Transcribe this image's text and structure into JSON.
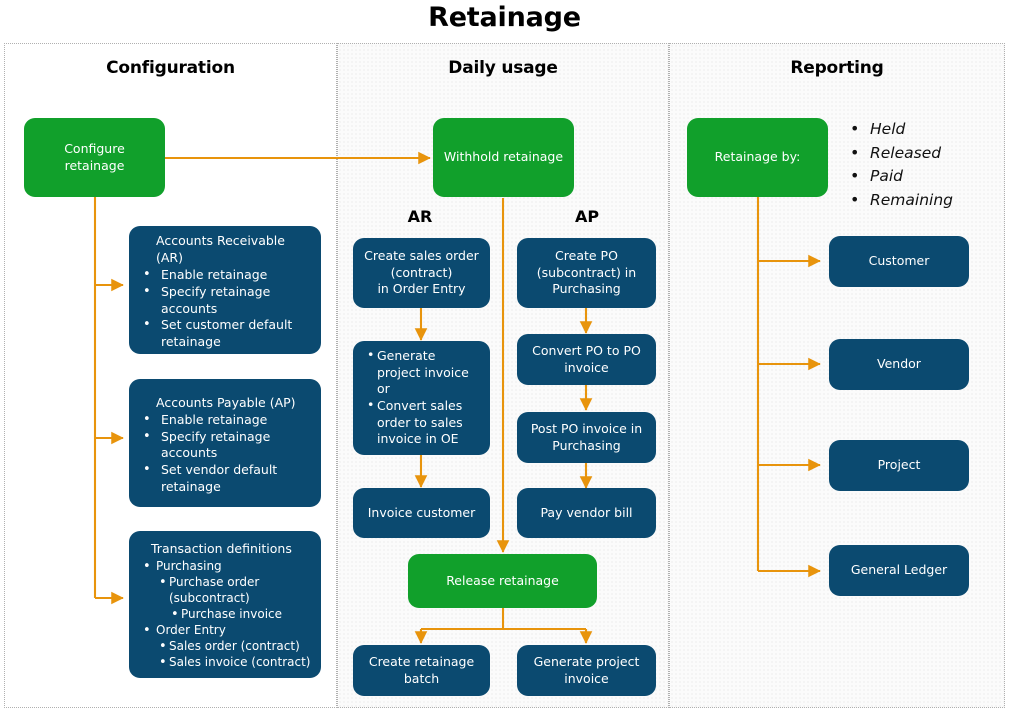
{
  "title": "Retainage",
  "colors": {
    "green": "#11A02B",
    "navy": "#0B4A70",
    "arrow": "#E8940C",
    "panel_border": "#B0B0B0",
    "title_text": "#000000"
  },
  "panels": {
    "configuration": {
      "title": "Configuration"
    },
    "daily_usage": {
      "title": "Daily usage"
    },
    "reporting": {
      "title": "Reporting"
    }
  },
  "configuration": {
    "start_node": "Configure retainage",
    "ar_box": {
      "heading": "Accounts Receivable (AR)",
      "items": [
        "Enable retainage",
        "Specify retainage",
        "accounts",
        "Set customer default",
        "retainage"
      ],
      "item_1": "Enable retainage",
      "item_2": "Specify retainage",
      "item_2_cont": "accounts",
      "item_3": "Set customer default",
      "item_3_cont": "retainage"
    },
    "ap_box": {
      "heading": "Accounts Payable (AP)",
      "item_1": "Enable retainage",
      "item_2": "Specify retainage",
      "item_2_cont": "accounts",
      "item_3": "Set vendor default",
      "item_3_cont": "retainage"
    },
    "txn_box": {
      "heading": "Transaction definitions",
      "purchasing": "Purchasing",
      "purchase_order": "Purchase order",
      "purchase_order_cont": "(subcontract)",
      "purchase_invoice": "Purchase invoice",
      "order_entry": "Order Entry",
      "sales_order": "Sales order (contract)",
      "sales_invoice": "Sales invoice (contract)"
    }
  },
  "daily_usage": {
    "withhold_node": "Withhold retainage",
    "ar_label": "AR",
    "ap_label": "AP",
    "ar_steps": {
      "create_sales_order_l1": "Create sales order",
      "create_sales_order_l2": "(contract)",
      "create_sales_order_l3": "in Order Entry",
      "generate_l1": "Generate",
      "generate_l2": "project invoice",
      "generate_l3": "or",
      "convert_l1": "Convert sales",
      "convert_l2": "order to sales",
      "convert_l3": "invoice in OE",
      "invoice_customer": "Invoice customer"
    },
    "ap_steps": {
      "create_po_l1": "Create PO",
      "create_po_l2": "(subcontract) in",
      "create_po_l3": "Purchasing",
      "convert_po_l1": "Convert PO to PO",
      "convert_po_l2": "invoice",
      "post_po_l1": "Post PO invoice in",
      "post_po_l2": "Purchasing",
      "pay_vendor_bill": "Pay vendor bill"
    },
    "release_node": "Release retainage",
    "outputs": {
      "create_batch_l1": "Create retainage",
      "create_batch_l2": "batch",
      "generate_invoice_l1": "Generate project",
      "generate_invoice_l2": "invoice"
    }
  },
  "reporting": {
    "retainage_by_node": "Retainage by:",
    "legend": [
      "Held",
      "Released",
      "Paid",
      "Remaining"
    ],
    "targets": [
      "Customer",
      "Vendor",
      "Project",
      "General Ledger"
    ]
  }
}
